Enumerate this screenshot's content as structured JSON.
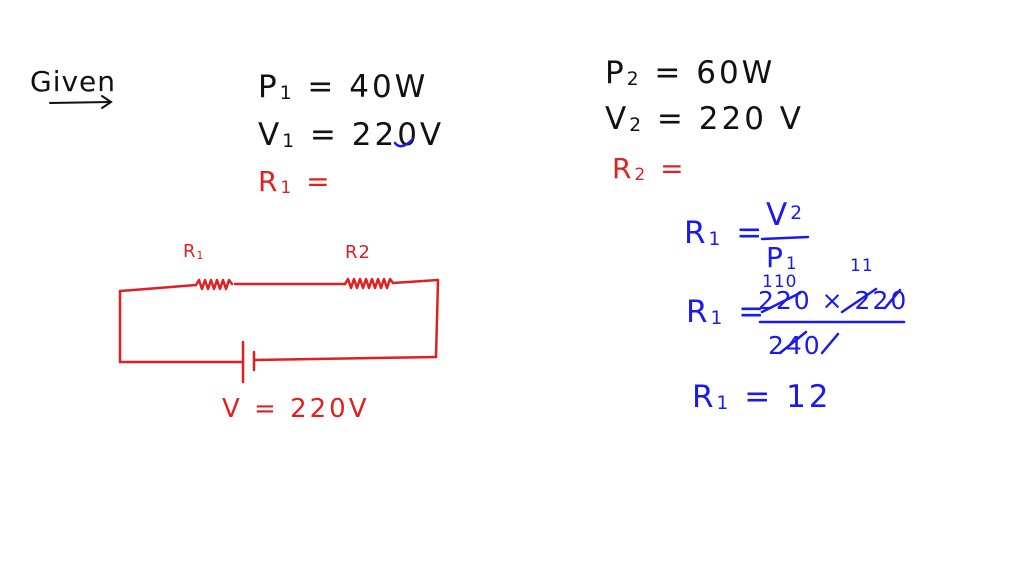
{
  "given_label": "Given",
  "colors": {
    "black": "#111111",
    "red": "#e02020",
    "blue": "#1a1aef"
  },
  "left": {
    "p_symbol": "P",
    "p_sub": "1",
    "p_value": "= 40W",
    "v_symbol": "V",
    "v_sub": "1",
    "v_value": "= 220V",
    "r_symbol": "R",
    "r_sub": "1",
    "r_value": "="
  },
  "right": {
    "p_symbol": "P",
    "p_sub": "2",
    "p_value": "= 60W",
    "v_symbol": "V",
    "v_sub": "2",
    "v_value": "= 220 V",
    "r_symbol": "R",
    "r_sub": "2",
    "r_value": "="
  },
  "circuit": {
    "r1_label": "R",
    "r1_sub": "1",
    "r2_label": "R2",
    "voltage_label": "V = 220V"
  },
  "solution": {
    "line1_lhs": "R",
    "line1_sub": "1",
    "line1_eq": "=",
    "line1_num": "V",
    "line1_num_sup": "2",
    "line1_den": "P",
    "line1_den_sub": "1",
    "line2_lhs": "R",
    "line2_sub": "1",
    "line2_eq": "=",
    "line2_num": "220 × 220",
    "line2_den": "240",
    "cancel_note_left": "110",
    "cancel_note_right": "11",
    "line3_lhs": "R",
    "line3_sub": "1",
    "line3_eq": "= 12"
  }
}
